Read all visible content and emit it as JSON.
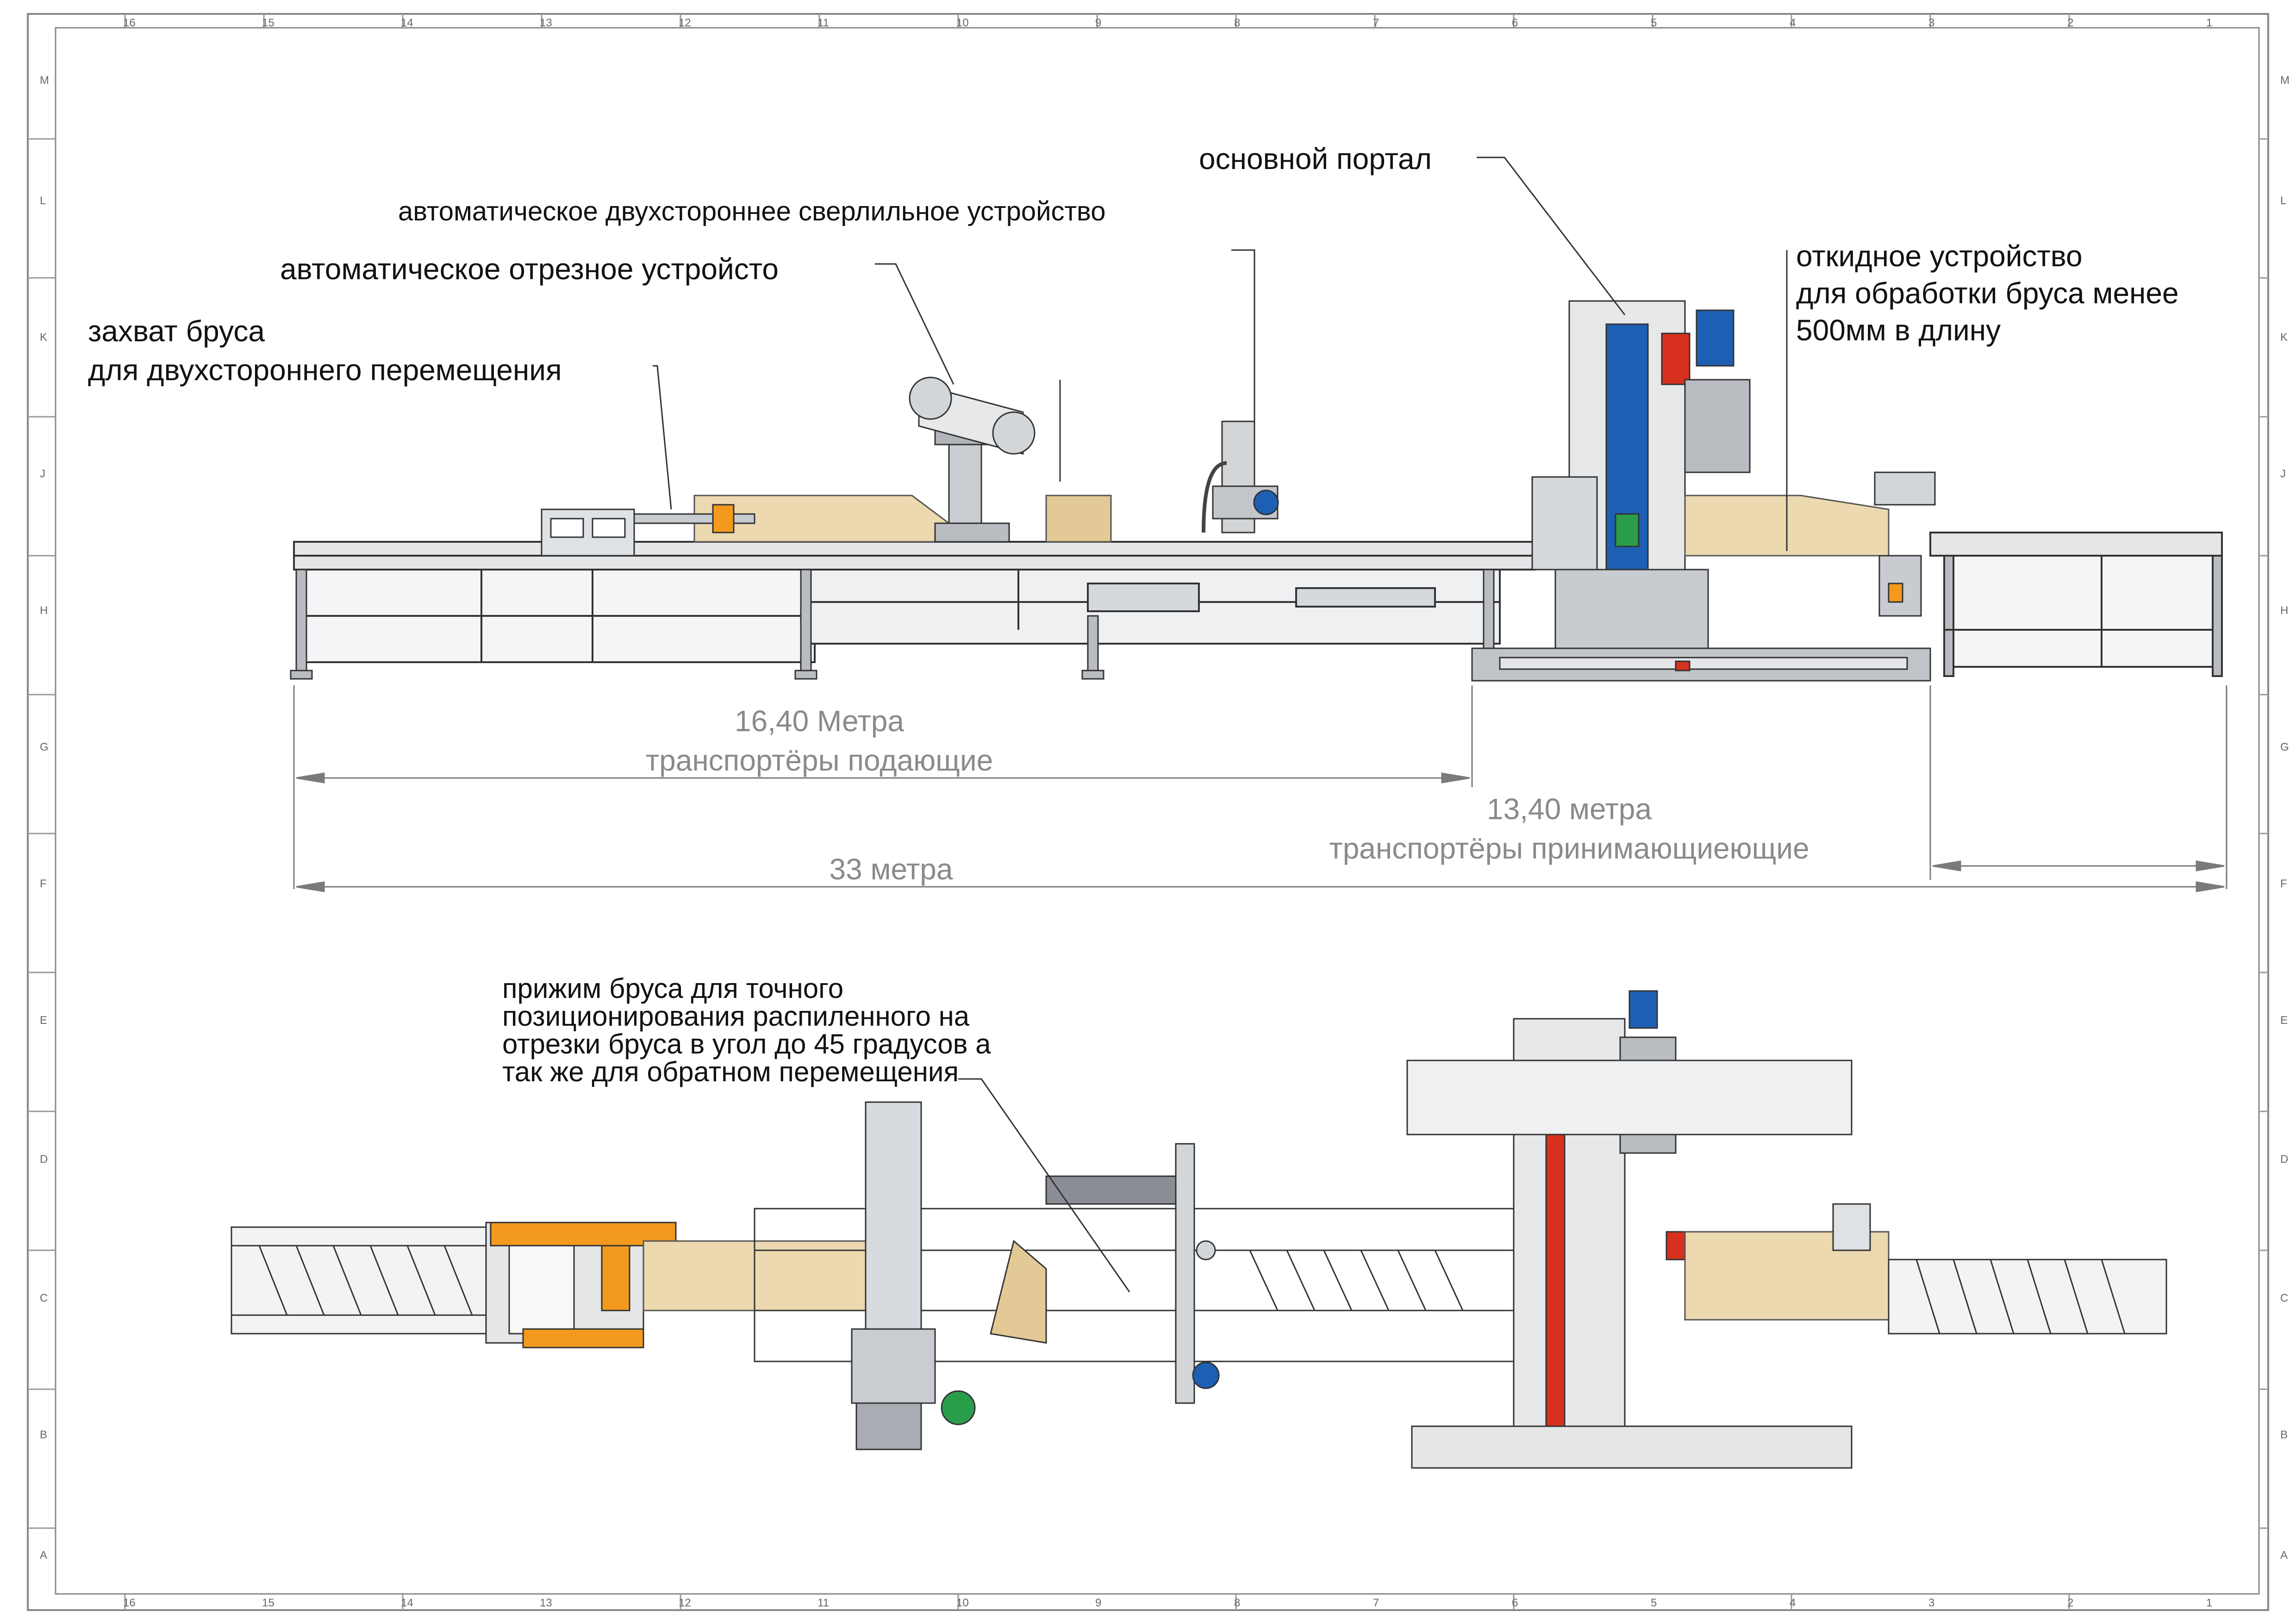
{
  "labels": {
    "main_portal": "основной портал",
    "drilling": "автоматическое двухстороннее сверлильное устройство",
    "cutoff": "автоматическое отрезное устройсто",
    "gripper_l1": "захват бруса",
    "gripper_l2": "для двухстороннего перемещения",
    "tilt_l1": "откидное устройство",
    "tilt_l2": "для обработки бруса менее",
    "tilt_l3": "500мм в длину",
    "clamp_l1": "прижим бруса для точного",
    "clamp_l2": "позиционирования распиленного на",
    "clamp_l3": "отрезки бруса  в угол до 45 градусов  а",
    "clamp_l4": "так же  для обратном перемещения"
  },
  "dimensions": {
    "feed_value": "16,40 Метра",
    "feed_label": "транспортёры подающие",
    "receive_value": "13,40 метра",
    "receive_label": "транспортёры принимающиеющие",
    "total": "33 метра"
  },
  "frame": {
    "columns": [
      "16",
      "15",
      "14",
      "13",
      "12",
      "11",
      "10",
      "9",
      "8",
      "7",
      "6",
      "5",
      "4",
      "3",
      "2",
      "1"
    ],
    "rows": [
      "M",
      "L",
      "K",
      "J",
      "H",
      "G",
      "F",
      "E",
      "D",
      "C",
      "B",
      "A"
    ]
  },
  "colors": {
    "line": "#333333",
    "steel": "#c8cbcf",
    "timber": "#e9d3a6",
    "blue": "#1d5fb3",
    "orange": "#f39a1e",
    "red": "#d8301e",
    "dim": "#8a8a8a"
  }
}
